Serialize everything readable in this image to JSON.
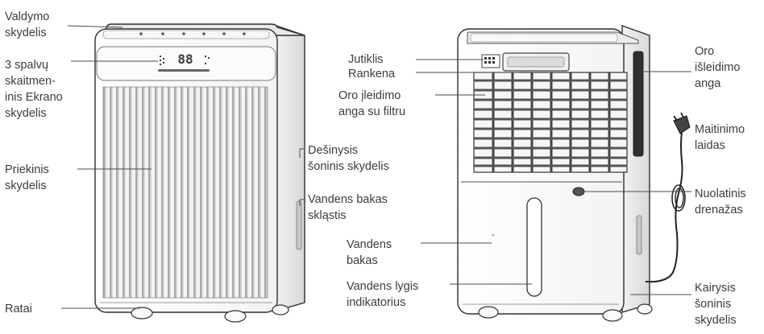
{
  "front_view": {
    "display_digits": "88",
    "labels": {
      "control_panel": [
        "Valdymo",
        "skydelis"
      ],
      "display_panel": [
        "3 spalvų",
        "skaitmen-",
        "inis Ekrano",
        "skydelis"
      ],
      "front_panel": [
        "Priekinis",
        "skydelis"
      ],
      "wheels": [
        "Ratai"
      ],
      "right_side_panel": [
        "Dešinysis",
        "šoninis skydelis"
      ],
      "tank_cover": [
        "Vandens bakas",
        "skląstis"
      ]
    }
  },
  "back_view": {
    "labels": {
      "sensor_handle": [
        "Jutiklis",
        "Rankena"
      ],
      "air_inlet": [
        "Oro įleidimo",
        "anga su filtru"
      ],
      "water_tank": [
        "Vandens",
        "bakas"
      ],
      "water_level": [
        "Vandens lygis",
        "indikatorius"
      ],
      "air_outlet": [
        "Oro",
        "išleidimo",
        "anga"
      ],
      "power_cord": [
        "Maitinimo",
        "laidas"
      ],
      "drainage": [
        "Nuolatinis",
        "drenažas"
      ],
      "left_side_panel": [
        "Kairysis",
        "šoninis",
        "skydelis"
      ]
    }
  }
}
